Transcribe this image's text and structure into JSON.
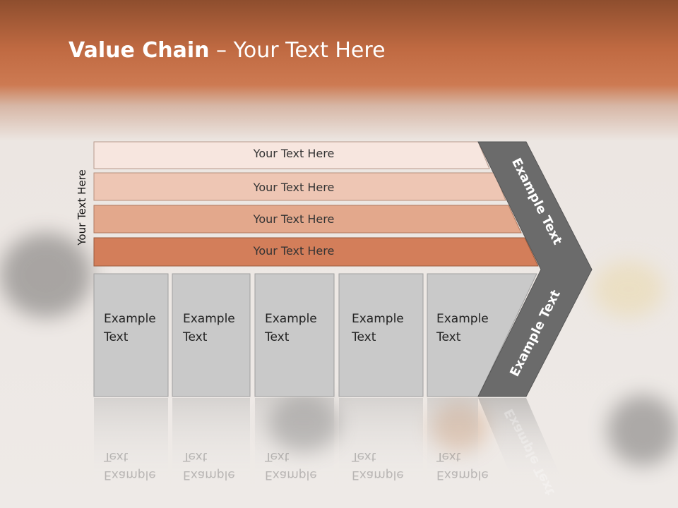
{
  "slide": {
    "title_bold": "Value Chain",
    "title_rest": " – Your Text Here",
    "side_label": "Your Text Here"
  },
  "bars": [
    {
      "label": "Your Text Here",
      "color": "#f7e6df"
    },
    {
      "label": "Your Text Here",
      "color": "#eec6b4"
    },
    {
      "label": "Your Text Here",
      "color": "#e3a88c"
    },
    {
      "label": "Your Text Here",
      "color": "#d37e5a"
    }
  ],
  "boxes": [
    {
      "line1": "Example",
      "line2": "Text"
    },
    {
      "line1": "Example",
      "line2": "Text"
    },
    {
      "line1": "Example",
      "line2": "Text"
    },
    {
      "line1": "Example",
      "line2": "Text"
    },
    {
      "line1": "Example",
      "line2": "Text"
    }
  ],
  "chevron": {
    "upper_label": "Example Text",
    "lower_label": "Example Text",
    "color": "#6b6b6b"
  },
  "colors": {
    "header": "#c06a42",
    "box_fill": "#c9c9c9"
  }
}
